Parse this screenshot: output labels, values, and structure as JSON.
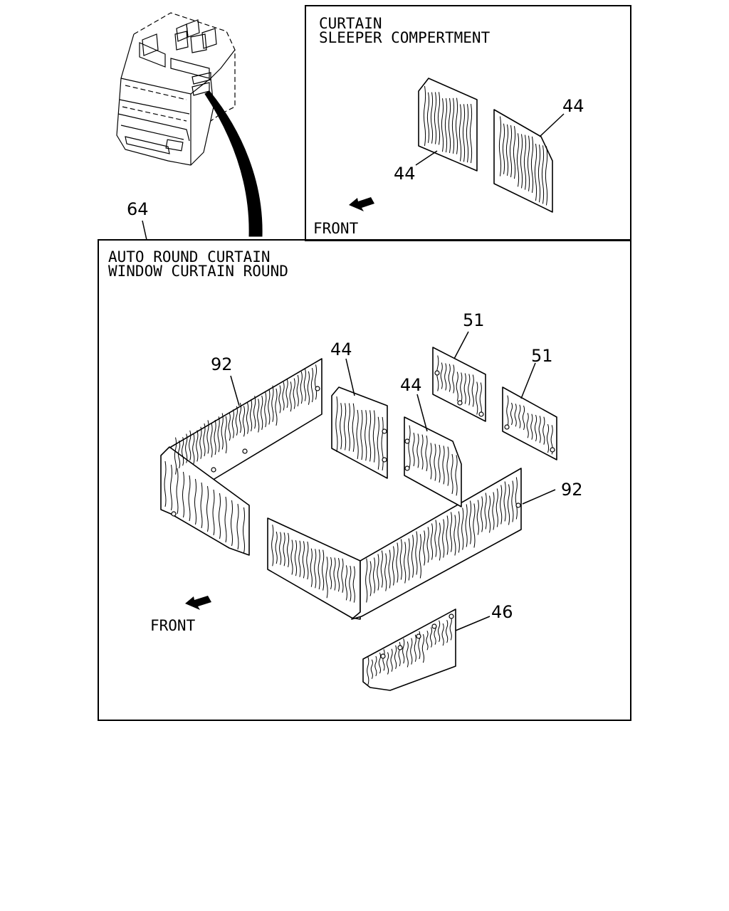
{
  "top_panel": {
    "title_line1": "CURTAIN",
    "title_line2": "SLEEPER COMPERTMENT",
    "front_label": "FRONT",
    "callouts": [
      "44",
      "44"
    ]
  },
  "main_panel": {
    "ref_number": "64",
    "title_line1": "AUTO ROUND CURTAIN",
    "title_line2": "WINDOW CURTAIN ROUND",
    "front_label": "FRONT",
    "callouts": [
      "92",
      "44",
      "44",
      "51",
      "51",
      "92",
      "46"
    ]
  }
}
